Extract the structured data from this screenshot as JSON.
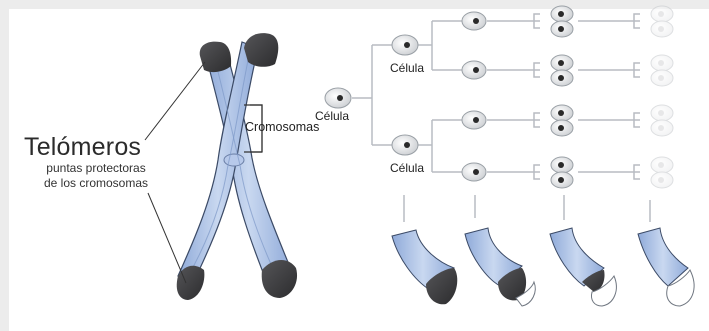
{
  "telomeres": {
    "title": "Telómeros",
    "subtitle_line1": "puntas protectoras",
    "subtitle_line2": "de los cromosomas"
  },
  "chromosome_label": "Cromosomas",
  "cell_labels": {
    "root": "Célula",
    "upper": "Célula",
    "lower": "Célula"
  },
  "colors": {
    "chromatid_fill": "#a9c0e6",
    "chromatid_outline": "#3b4a66",
    "telomere_cap": "#3a3a3c",
    "connector_line": "#b8bcc2"
  },
  "telomere_shortening_stages": [
    "long",
    "medium",
    "short",
    "minimal"
  ]
}
